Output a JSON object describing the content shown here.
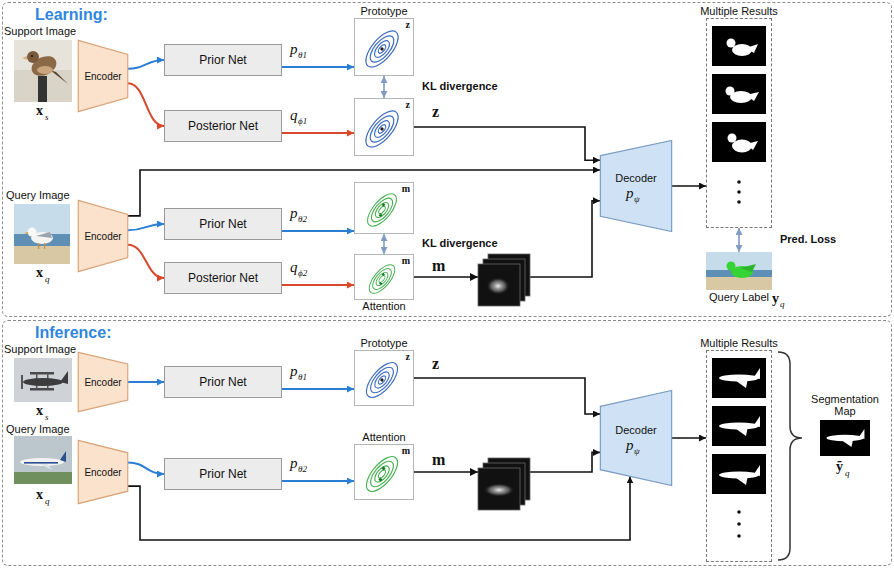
{
  "diagram": {
    "nodes": [
      {
        "text": [
          "Learning:"
        ]
      },
      {
        "text": [
          "Encoder"
        ],
        "in": 0
      },
      {
        "text": [
          "Prior Net"
        ],
        "in": 0
      },
      {
        "text": [
          "Posterior Net"
        ],
        "in": 0
      },
      {
        "text": [
          "Prototype",
          "z"
        ],
        "in": 0
      },
      {
        "text": [
          "z"
        ],
        "in": 0
      },
      {
        "text": [
          "Encoder"
        ],
        "in": 0
      },
      {
        "text": [
          "Prior Net"
        ],
        "in": 0
      },
      {
        "text": [
          "Posterior Net"
        ],
        "in": 0
      },
      {
        "text": [
          "m"
        ],
        "in": 0
      },
      {
        "text": [
          "m",
          "Attention"
        ],
        "in": 0
      },
      {
        "text": [
          "Decoder"
        ],
        "in": 0
      },
      {
        "text": [
          "Multiple Results"
        ],
        "in": 0
      },
      {
        "text": [
          "Query Label"
        ],
        "in": 0
      },
      {
        "text": [
          "Inference:"
        ]
      },
      {
        "text": [
          "Encoder"
        ],
        "in": 14
      },
      {
        "text": [
          "Prior Net"
        ],
        "in": 14
      },
      {
        "text": [
          "Prototype",
          "z"
        ],
        "in": 14
      },
      {
        "text": [
          "Encoder"
        ],
        "in": 14
      },
      {
        "text": [
          "Prior Net"
        ],
        "in": 14
      },
      {
        "text": [
          "Attention",
          "m"
        ],
        "in": 14
      },
      {
        "text": [
          "Decoder"
        ],
        "in": 14
      },
      {
        "text": [
          "Multiple Results"
        ],
        "in": 14
      },
      {
        "text": [
          "Segmentation Map"
        ],
        "in": 14
      }
    ],
    "edges": [
      {
        "from": 1,
        "to": 2,
        "arrow": "to"
      },
      {
        "from": 1,
        "to": 3,
        "arrow": "to"
      },
      {
        "from": 2,
        "to": 4,
        "arrow": "to"
      },
      {
        "from": 3,
        "to": 5,
        "arrow": "to"
      },
      {
        "from": 4,
        "to": 5,
        "arrow": "both",
        "label": "KL divergence"
      },
      {
        "from": 5,
        "to": 11,
        "arrow": "to"
      },
      {
        "from": 6,
        "to": 7,
        "arrow": "to"
      },
      {
        "from": 6,
        "to": 8,
        "arrow": "to"
      },
      {
        "from": 7,
        "to": 9,
        "arrow": "to"
      },
      {
        "from": 8,
        "to": 10,
        "arrow": "to"
      },
      {
        "from": 9,
        "to": 10,
        "arrow": "both",
        "label": "KL divergence"
      },
      {
        "from": 6,
        "to": 11,
        "arrow": "to"
      },
      {
        "from": 10,
        "to": 11,
        "arrow": "to"
      },
      {
        "from": 11,
        "to": 12,
        "arrow": "to"
      },
      {
        "from": 12,
        "to": 13,
        "arrow": "both",
        "label": "Pred. Loss"
      },
      {
        "from": 15,
        "to": 16,
        "arrow": "to"
      },
      {
        "from": 16,
        "to": 17,
        "arrow": "to"
      },
      {
        "from": 17,
        "to": 21,
        "arrow": "to"
      },
      {
        "from": 18,
        "to": 19,
        "arrow": "to"
      },
      {
        "from": 19,
        "to": 20,
        "arrow": "to"
      },
      {
        "from": 20,
        "to": 21,
        "arrow": "to"
      },
      {
        "from": 18,
        "to": 21,
        "arrow": "to"
      },
      {
        "from": 21,
        "to": 22,
        "arrow": "to"
      }
    ],
    "labels": [
      "Support Image",
      "x",
      "s",
      "p",
      "θ1",
      "q",
      "ϕ1",
      "z",
      "Query Image",
      "x",
      "q",
      "p",
      "θ2",
      "q",
      "ϕ2",
      "m",
      "p",
      "ψ",
      "y",
      "q",
      "Support Image",
      "x",
      "s",
      "Query Image",
      "x",
      "q",
      "p",
      "θ1",
      "p",
      "θ2",
      "z",
      "m",
      "p",
      "ψ",
      "ỹ",
      "q"
    ]
  }
}
